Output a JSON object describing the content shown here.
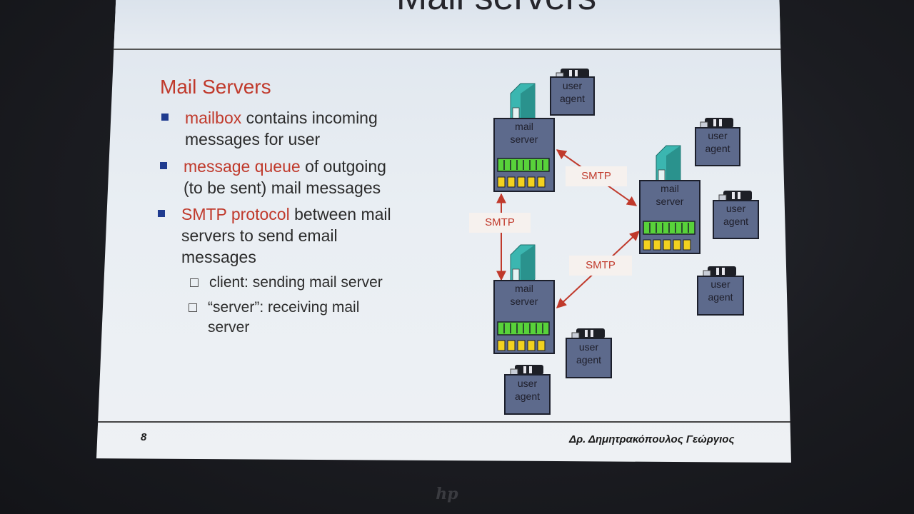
{
  "slide": {
    "title": "Mail servers",
    "heading": "Mail Servers",
    "bullets": [
      {
        "highlight": "mailbox",
        "rest_line1": " contains incoming",
        "line2": "messages for user"
      },
      {
        "highlight": "message queue",
        "rest_line1": " of outgoing",
        "line2": "(to be sent) mail messages"
      },
      {
        "highlight": "SMTP protocol",
        "rest_line1": " between mail",
        "line2": "servers to send email",
        "line3": "messages"
      }
    ],
    "sub_bullets": [
      {
        "line1": "client: sending mail server"
      },
      {
        "line1": "“server”: receiving mail",
        "line2": "server"
      }
    ],
    "page_number": "8",
    "author": "Δρ. Δημητρακόπουλος Γεώργιος"
  },
  "diagram": {
    "mail_server_label_1": "mail",
    "mail_server_label_2": "server",
    "user_agent_label_1": "user",
    "user_agent_label_2": "agent",
    "protocol_label": "SMTP"
  },
  "colors": {
    "accent_red": "#c0392b",
    "bullet_blue": "#1f3b8f",
    "server_box": "#5d6a8c",
    "queue_green": "#58d23a",
    "queue_yellow": "#f3d21f"
  },
  "bezel": {
    "logo_text": "hp"
  }
}
